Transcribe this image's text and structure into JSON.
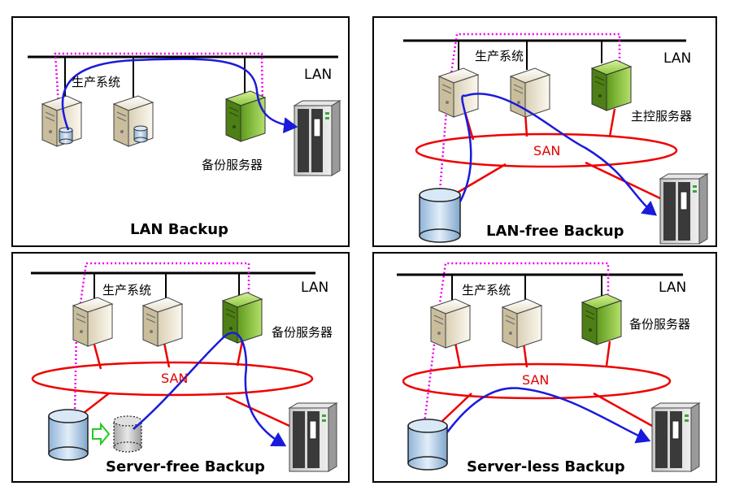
{
  "panels": [
    {
      "title": "LAN Backup",
      "lan": "LAN",
      "prod": "生产系统",
      "server": "备份服务器"
    },
    {
      "title": "LAN-free Backup",
      "lan": "LAN",
      "prod": "生产系统",
      "server": "主控服务器",
      "san": "SAN"
    },
    {
      "title": "Server-free Backup",
      "lan": "LAN",
      "prod": "生产系统",
      "server": "备份服务器",
      "san": "SAN"
    },
    {
      "title": "Server-less Backup",
      "lan": "LAN",
      "prod": "生产系统",
      "server": "备份服务器",
      "san": "SAN"
    }
  ],
  "colors": {
    "lan_bus": "#000000",
    "san_link": "#ee0000",
    "control_path": "#ee00ee",
    "data_path": "#1a1adc",
    "copy_arrow": "#22cc22",
    "backup_server": "#8cc63f",
    "production_server": "#f0ead8",
    "storage_disk": "#b8d4ec",
    "tape_library": "#d8d8d8"
  },
  "icons": [
    "server-icon",
    "backup-server-icon",
    "disk-icon",
    "tape-library-icon",
    "copy-arrow-icon"
  ]
}
